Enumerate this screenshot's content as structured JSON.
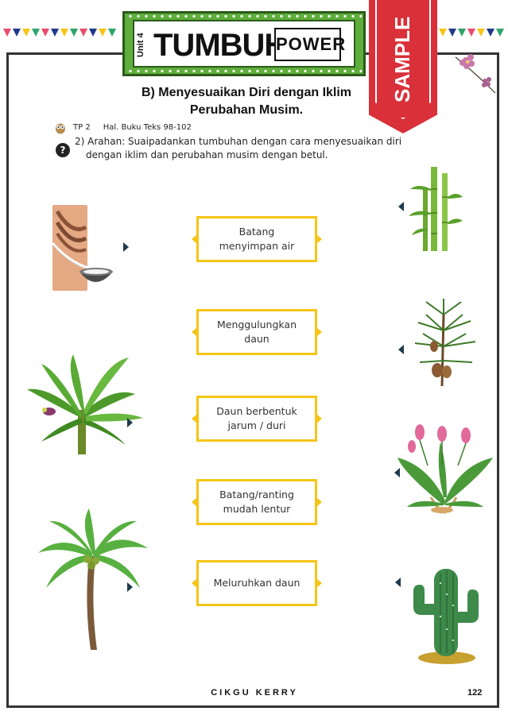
{
  "header": {
    "unit_label": "Unit 4",
    "title": "TUMBUHAN",
    "logo_text": "POWER",
    "sample_badge": "SAMPLE"
  },
  "section": {
    "title_line1": "B) Menyesuaikan Diri dengan Iklim",
    "title_line2": "Perubahan Musim."
  },
  "meta": {
    "tp": "TP 2",
    "book_ref": "Hal. Buku Teks  98-102"
  },
  "question": {
    "icon": "?",
    "line1": "2) Arahan: Suaipadankan tumbuhan dengan cara menyesuaikan diri",
    "line2": "dengan iklim dan perubahan musim dengan betul."
  },
  "left_plants": [
    {
      "icon": "rubber-tree-tapping"
    },
    {
      "icon": "banana-plant"
    },
    {
      "icon": "coconut-tree"
    }
  ],
  "middle_cards": [
    {
      "label": "Batang menyimpan air"
    },
    {
      "label": "Menggulungkan daun"
    },
    {
      "label": "Daun berbentuk jarum / duri"
    },
    {
      "label": "Batang/ranting mudah lentur"
    },
    {
      "label": "Meluruhkan daun"
    }
  ],
  "right_plants": [
    {
      "icon": "bamboo"
    },
    {
      "icon": "pine-branch"
    },
    {
      "icon": "flowering-herb"
    },
    {
      "icon": "cactus"
    }
  ],
  "colors": {
    "card_border": "#f5c518",
    "arrow": "#1f3a4d",
    "banner_green": "#5fae3c",
    "sample_red": "#d9303a"
  },
  "footer": {
    "author": "CIKGU KERRY",
    "page_number": "122"
  }
}
